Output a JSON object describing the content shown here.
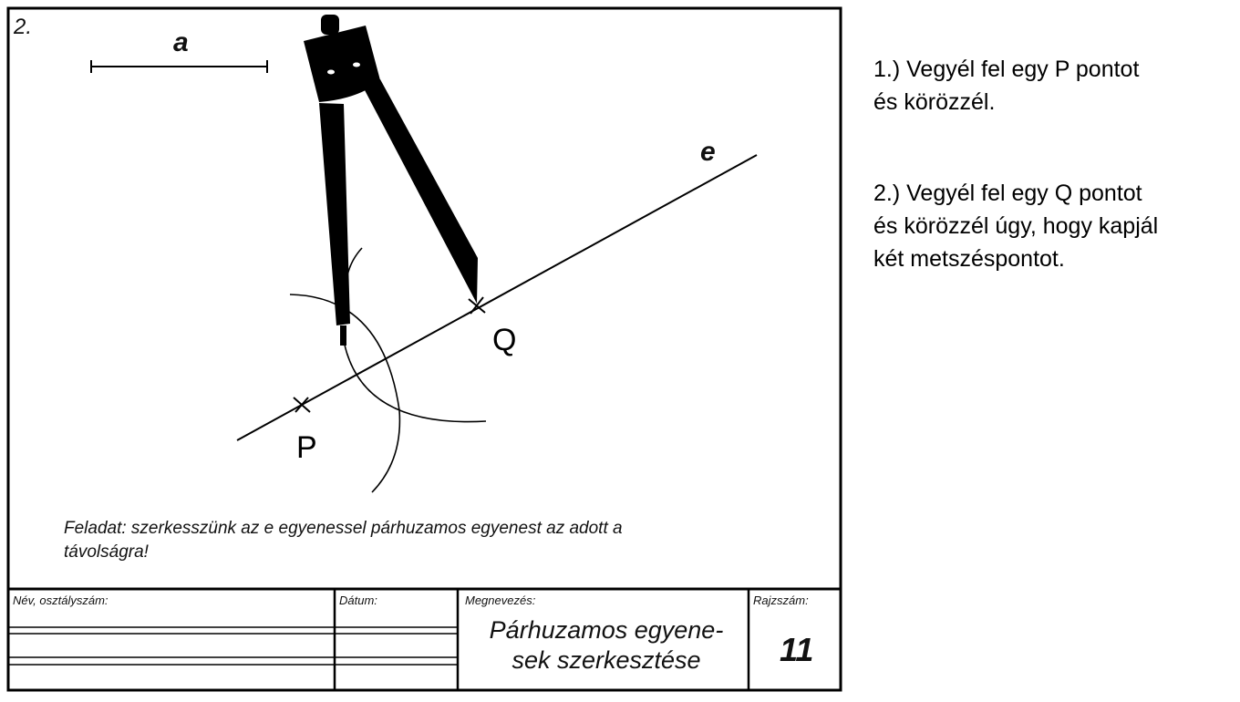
{
  "worksheet": {
    "number": "2.",
    "segment_label": "a",
    "line_label": "e",
    "point_p": "P",
    "point_q": "Q",
    "task_line1": "Feladat: szerkesszünk az e egyenessel párhuzamos egyenest az adott a",
    "task_line2": "távolságra!",
    "title_block": {
      "name_label": "Név, osztályszám:",
      "date_label": "Dátum:",
      "title_label": "Megnevezés:",
      "title_line1": "Párhuzamos egyene-",
      "title_line2": "sek szerkesztése",
      "drawing_no_label": "Rajzszám:",
      "drawing_no": "11"
    }
  },
  "instructions": [
    {
      "line1": "1.) Vegyél fel egy P pontot",
      "line2": "és körözzél."
    },
    {
      "line1": "2.) Vegyél fel egy Q pontot",
      "line2": "és körözzél úgy, hogy kapjál",
      "line3": "két metszéspontot."
    }
  ]
}
